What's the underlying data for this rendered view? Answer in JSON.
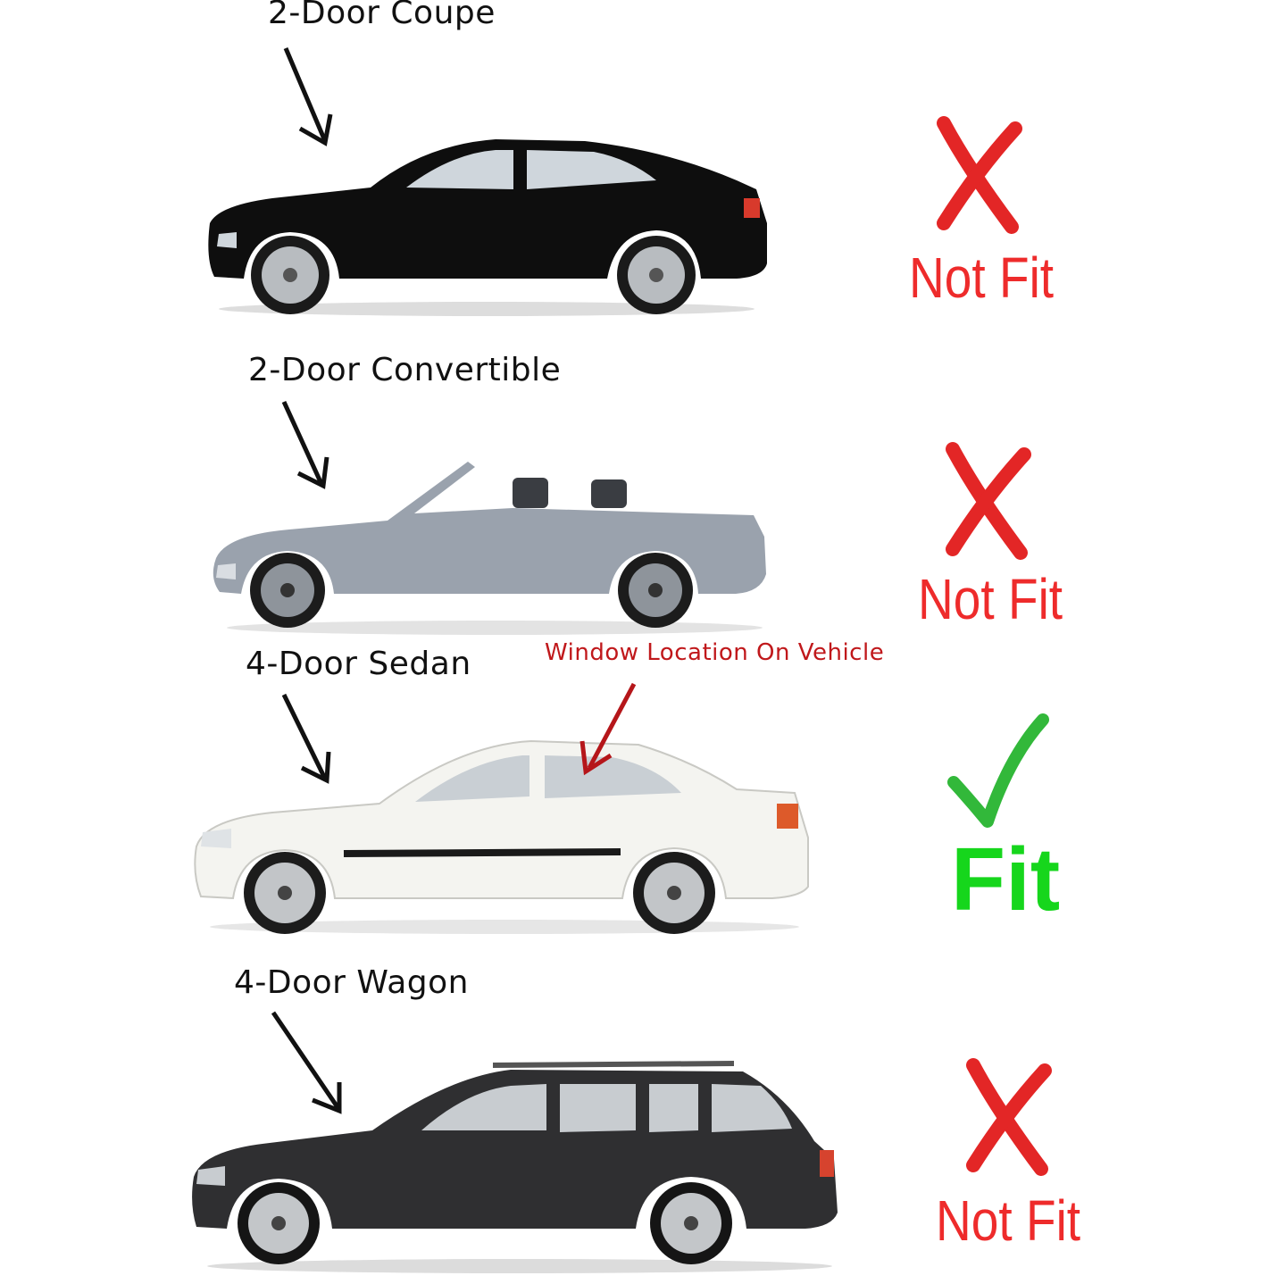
{
  "rows": [
    {
      "label": "2-Door Coupe",
      "verdict": "Not Fit",
      "fits": false,
      "car_icon": "coupe-car-icon",
      "body_color": "#0e0e0e"
    },
    {
      "label": "2-Door Convertible",
      "verdict": "Not Fit",
      "fits": false,
      "car_icon": "convertible-car-icon",
      "body_color": "#9aa2ad"
    },
    {
      "label": "4-Door Sedan",
      "verdict": "Fit",
      "fits": true,
      "car_icon": "sedan-car-icon",
      "body_color": "#f4f4f0"
    },
    {
      "label": "4-Door Wagon",
      "verdict": "Not Fit",
      "fits": false,
      "car_icon": "wagon-car-icon",
      "body_color": "#2f2f31"
    }
  ],
  "annotation": {
    "text": "Window Location On Vehicle",
    "color": "#b5161a"
  },
  "colors": {
    "cross": "#e32626",
    "check": "#32b83a",
    "not_fit_text": "#ee2b2b",
    "fit_text": "#16d61c",
    "arrow": "#111111"
  }
}
